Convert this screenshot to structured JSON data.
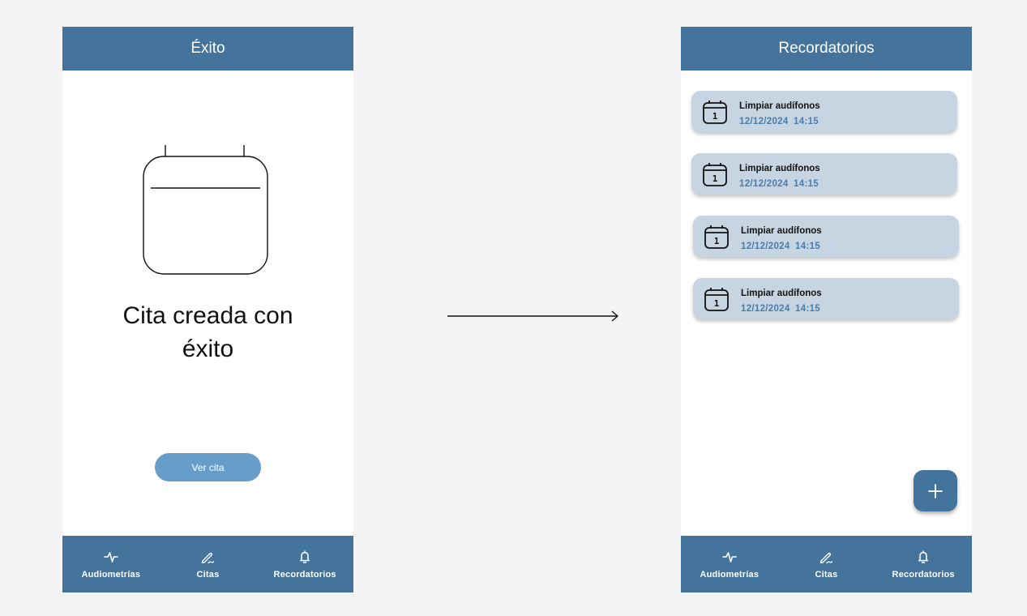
{
  "left_screen": {
    "title": "Éxito",
    "message": "Cita creada con\néxito",
    "button_label": "Ver cita",
    "nav": [
      {
        "label": "Audiometrías",
        "icon": "pulse-icon"
      },
      {
        "label": "Citas",
        "icon": "pen-icon"
      },
      {
        "label": "Recordatorios",
        "icon": "bell-icon"
      }
    ]
  },
  "right_screen": {
    "title": "Recordatorios",
    "reminders": [
      {
        "title": "Limpiar audífonos",
        "date": "12/12/2024  14:15",
        "icon_number": "1"
      },
      {
        "title": "Limpiar audífonos",
        "date": "12/12/2024  14:15",
        "icon_number": "1"
      },
      {
        "title": "Limpiar audífonos",
        "date": "12/12/2024  14:15",
        "icon_number": "1"
      },
      {
        "title": "Limpiar audífonos",
        "date": "12/12/2024  14:15",
        "icon_number": "1"
      }
    ],
    "fab_icon": "plus-icon",
    "nav": [
      {
        "label": "Audiometrías",
        "icon": "pulse-icon"
      },
      {
        "label": "Citas",
        "icon": "pen-icon"
      },
      {
        "label": "Recordatorios",
        "icon": "bell-icon"
      }
    ]
  },
  "colors": {
    "primary": "#44739c",
    "button": "#669ec9",
    "card": "#c7d5e2",
    "date_text": "#4a7cab",
    "background": "#f4f4f4"
  }
}
